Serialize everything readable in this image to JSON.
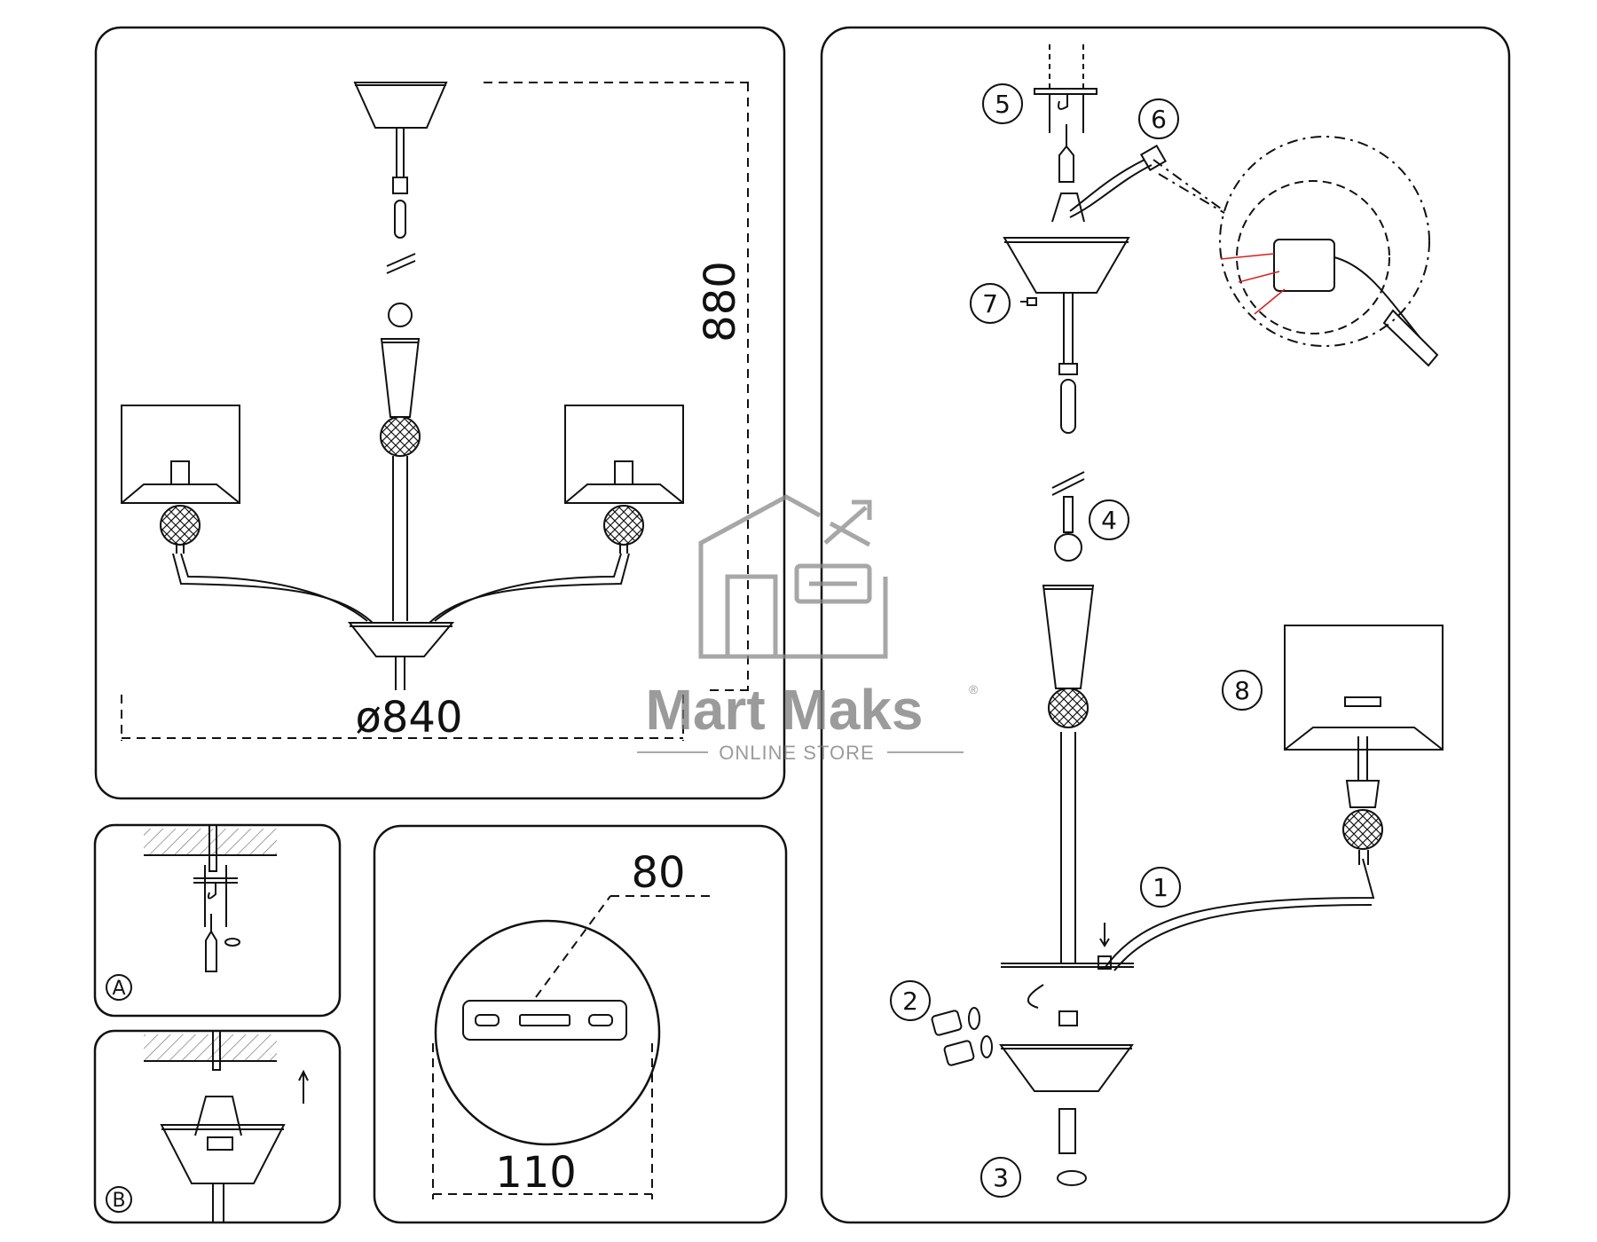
{
  "main_view": {
    "height_dim": "880",
    "diameter_dim": "ø840"
  },
  "plate_view": {
    "width_dim": "110",
    "hole_dim": "80"
  },
  "detail_a": {
    "letter": "A"
  },
  "detail_b": {
    "letter": "B"
  },
  "assembly": {
    "steps": [
      "1",
      "2",
      "3",
      "4",
      "5",
      "6",
      "7",
      "8"
    ]
  },
  "watermark": {
    "brand": "Mart Maks",
    "registered": "®",
    "tagline": "ONLINE STORE"
  }
}
